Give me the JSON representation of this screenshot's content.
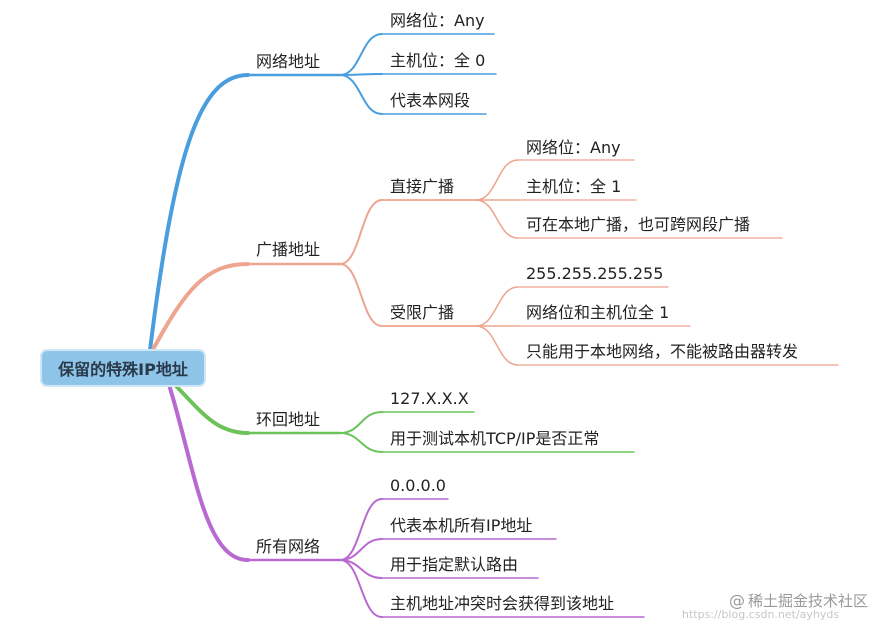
{
  "root": "保留的特殊IP地址",
  "colors": {
    "network": "#4a9ede",
    "broadcast": "#eea58f",
    "loopback": "#6cc35c",
    "all": "#b86ad1"
  },
  "branches": [
    {
      "label": "网络地址",
      "children": [
        {
          "label": "网络位：Any"
        },
        {
          "label": "主机位：全 0"
        },
        {
          "label": "代表本网段"
        }
      ]
    },
    {
      "label": "广播地址",
      "children": [
        {
          "label": "直接广播",
          "children": [
            {
              "label": "网络位：Any"
            },
            {
              "label": "主机位：全 1"
            },
            {
              "label": "可在本地广播，也可跨网段广播"
            }
          ]
        },
        {
          "label": "受限广播",
          "children": [
            {
              "label": "255.255.255.255"
            },
            {
              "label": "网络位和主机位全 1"
            },
            {
              "label": "只能用于本地网络，不能被路由器转发"
            }
          ]
        }
      ]
    },
    {
      "label": "环回地址",
      "children": [
        {
          "label": "127.X.X.X"
        },
        {
          "label": "用于测试本机TCP/IP是否正常"
        }
      ]
    },
    {
      "label": "所有网络",
      "children": [
        {
          "label": "0.0.0.0"
        },
        {
          "label": "代表本机所有IP地址"
        },
        {
          "label": "用于指定默认路由"
        },
        {
          "label": "主机地址冲突时会获得到该地址"
        }
      ]
    }
  ],
  "watermark": {
    "icon": "at-sign-icon",
    "text": "稀土掘金技术社区",
    "url_text": "https://blog.csdn.net/ayhyds"
  }
}
